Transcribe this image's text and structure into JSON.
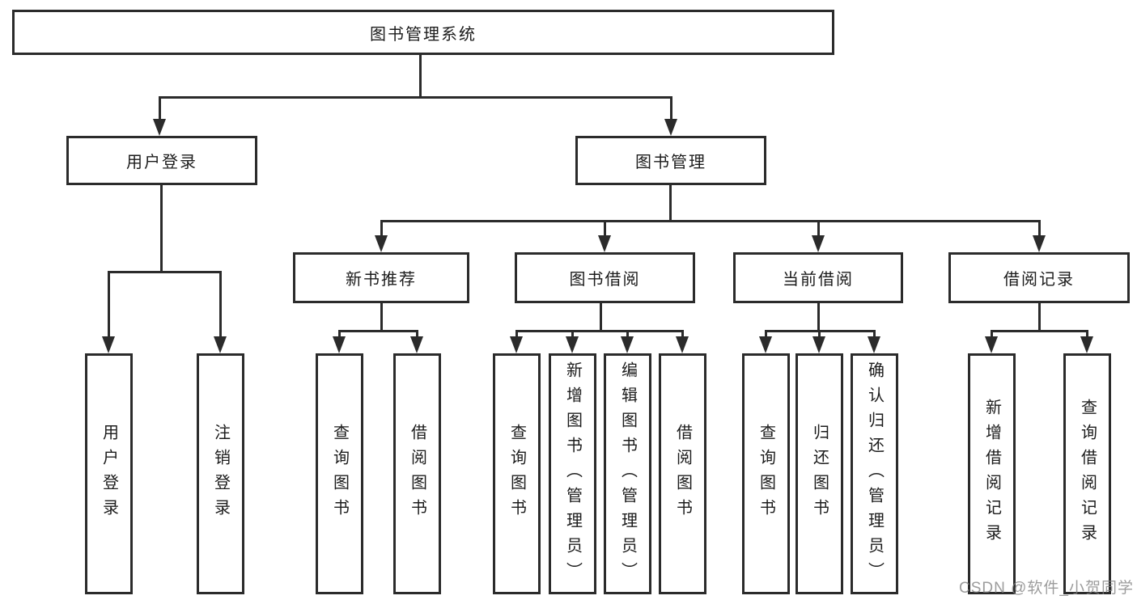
{
  "diagram": {
    "title_color": "#1c1c1c",
    "line_color": "#2b2b2b",
    "root": "图书管理系统",
    "level2": {
      "user_login": "用户登录",
      "book_mgmt": "图书管理"
    },
    "level3": {
      "new_book_rec": "新书推荐",
      "book_borrow": "图书借阅",
      "current_borrow": "当前借阅",
      "borrow_record": "借阅记录"
    },
    "leaves": {
      "user_login": "用户登录",
      "logout_login": "注销登录",
      "rec_query_book": "查询图书",
      "rec_borrow_book": "借阅图书",
      "bor_query_book": "查询图书",
      "bor_add_book": "新增图书（管理员）",
      "bor_edit_book": "编辑图书（管理员）",
      "bor_borrow_book": "借阅图书",
      "cur_query_book": "查询图书",
      "cur_return_book": "归还图书",
      "cur_confirm_return": "确认归还（管理员）",
      "log_add_record": "新增借阅记录",
      "log_query_record": "查询借阅记录"
    }
  },
  "watermark": "CSDN @软件_小贺同学"
}
